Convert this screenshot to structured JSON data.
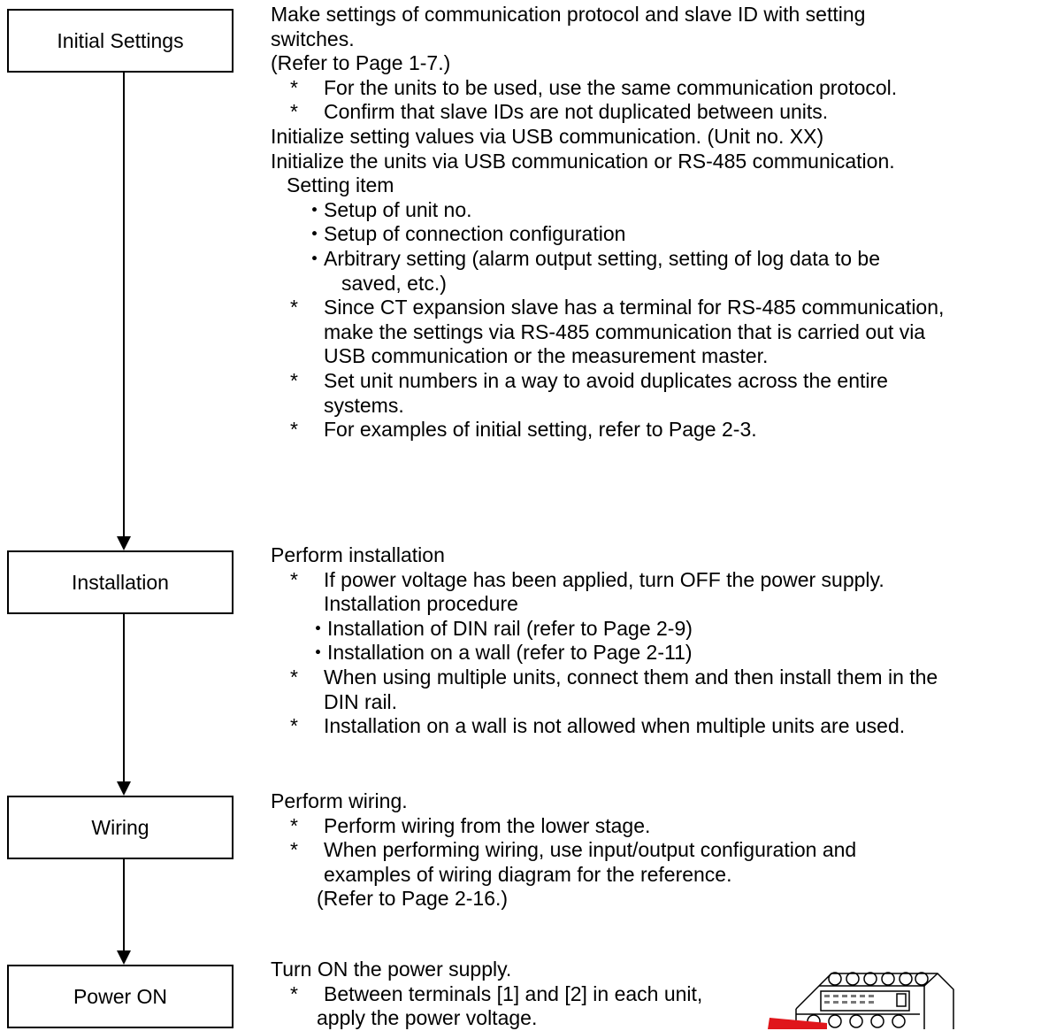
{
  "flow": {
    "initial_settings": "Initial Settings",
    "installation": "Installation",
    "wiring": "Wiring",
    "power_on": "Power ON"
  },
  "initial": {
    "l1": "Make settings of communication protocol and slave ID with setting",
    "l2": "switches.",
    "l3": "(Refer to Page 1-7.)",
    "n1": "For the units to be used, use the same communication protocol.",
    "n2": "Confirm that slave IDs are not duplicated between units.",
    "l4": "Initialize setting values via USB communication. (Unit no. XX)",
    "l5": "Initialize the units via USB communication or RS-485 communication.",
    "setting_item": "Setting item",
    "b1": "Setup of unit no.",
    "b2": "Setup of connection configuration",
    "b3a": "Arbitrary setting (alarm output setting, setting of log data to be",
    "b3b": "saved, etc.)",
    "n3a": "Since CT expansion slave has a terminal for RS-485 communication,",
    "n3b": "make the settings via RS-485 communication that is carried out via",
    "n3c": "USB communication or the measurement master.",
    "n4a": "Set unit numbers in a way to avoid duplicates across the entire",
    "n4b": "systems.",
    "n5": "For examples of initial setting, refer to Page 2-3."
  },
  "install": {
    "l1": "Perform installation",
    "n1a": "If power voltage has been applied, turn OFF the power supply.",
    "n1b": "Installation procedure",
    "b1": "Installation of DIN rail (refer to Page 2-9)",
    "b2": "Installation on a wall (refer to Page 2-11)",
    "n2a": "When using multiple units, connect them and then install them in the",
    "n2b": "DIN rail.",
    "n3": "Installation on a wall is not allowed when multiple units are used."
  },
  "wiring": {
    "l1": "Perform wiring.",
    "n1": "Perform wiring from the lower stage.",
    "n2a": "When performing wiring, use input/output configuration and",
    "n2b": "examples of wiring diagram for the reference.",
    "n2c": "(Refer to Page 2-16.)"
  },
  "power": {
    "l1": "Turn ON the power supply.",
    "n1a": "Between terminals [1] and [2] in each unit,",
    "n1b": "apply the power voltage."
  },
  "marks": {
    "asterisk": "*",
    "bullet": "・"
  }
}
